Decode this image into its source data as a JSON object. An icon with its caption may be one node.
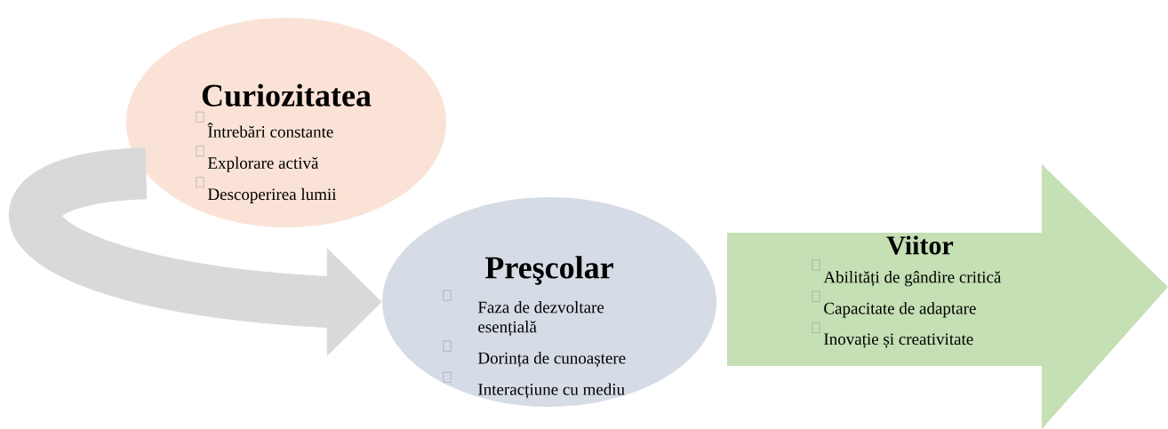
{
  "diagram": {
    "nodes": [
      {
        "text": [
          "Curiozitatea",
          "Întrebări constante",
          "Explorare activă",
          "Descoperirea lumii"
        ]
      },
      {
        "text": [
          "Preşcolar",
          "Faza de dezvoltare esențială",
          "Dorința de cunoaștere",
          "Interacțiune cu mediu"
        ]
      },
      {
        "text": [
          "Viitor",
          "Abilități de gândire critică",
          "Capacitate de adaptare",
          "Inovație și creativitate"
        ]
      }
    ],
    "edges": [
      {
        "from": 0,
        "to": 1,
        "arrow": "to"
      }
    ]
  }
}
